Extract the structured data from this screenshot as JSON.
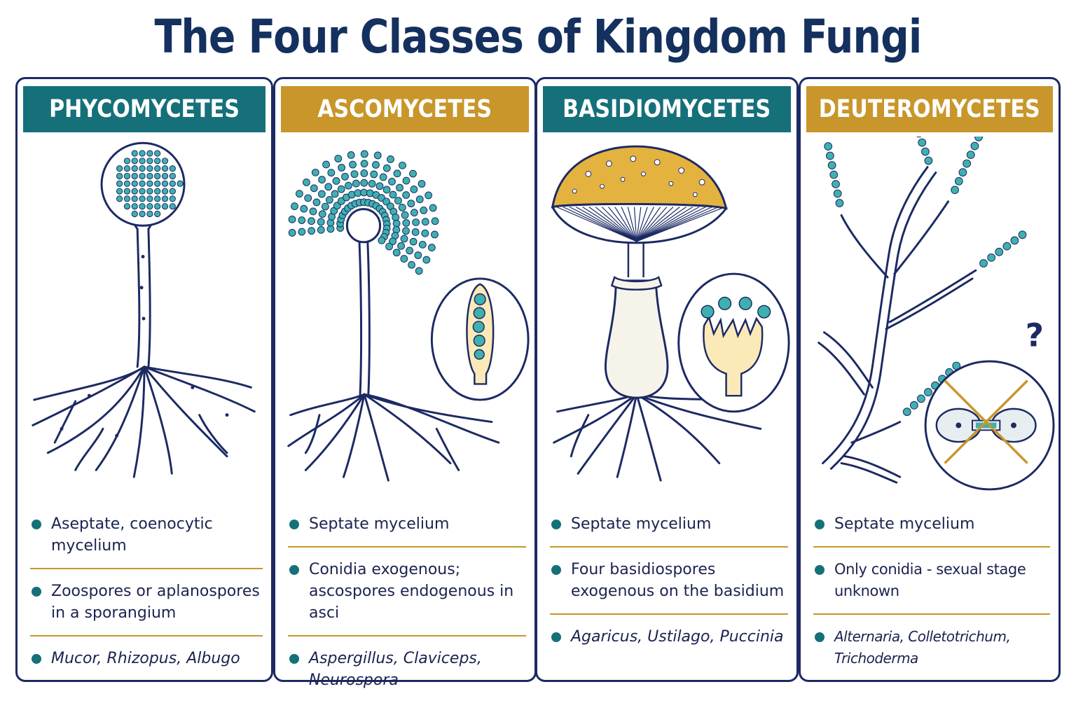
{
  "title": "The Four Classes of Kingdom Fungi",
  "colors": {
    "navy": "#1c2a63",
    "teal": "#15707a",
    "gold": "#c8962a",
    "spore": "#3fb0b0"
  },
  "panels": [
    {
      "name": "PHYCOMYCETES",
      "features": [
        "Aseptate, coenocytic mycelium",
        "Zoospores or aplanospores in a sporangium"
      ],
      "examples": "Mucor, Rhizopus, Albugo"
    },
    {
      "name": "ASCOMYCETES",
      "features": [
        "Septate mycelium",
        "Conidia exogenous; ascospores endogenous in asci"
      ],
      "examples": "Aspergillus, Claviceps, Neurospora"
    },
    {
      "name": "BASIDIOMYCETES",
      "features": [
        "Septate mycelium",
        "Four basidiospores exogenous on the basidium"
      ],
      "examples": "Agaricus, Ustilago, Puccinia"
    },
    {
      "name": "DEUTEROMYCETES",
      "features": [
        "Septate mycelium",
        "Only conidia - sexual stage unknown"
      ],
      "examples": "Alternaria, Colletotrichum, Trichoderma",
      "unknown_mark": "?"
    }
  ]
}
